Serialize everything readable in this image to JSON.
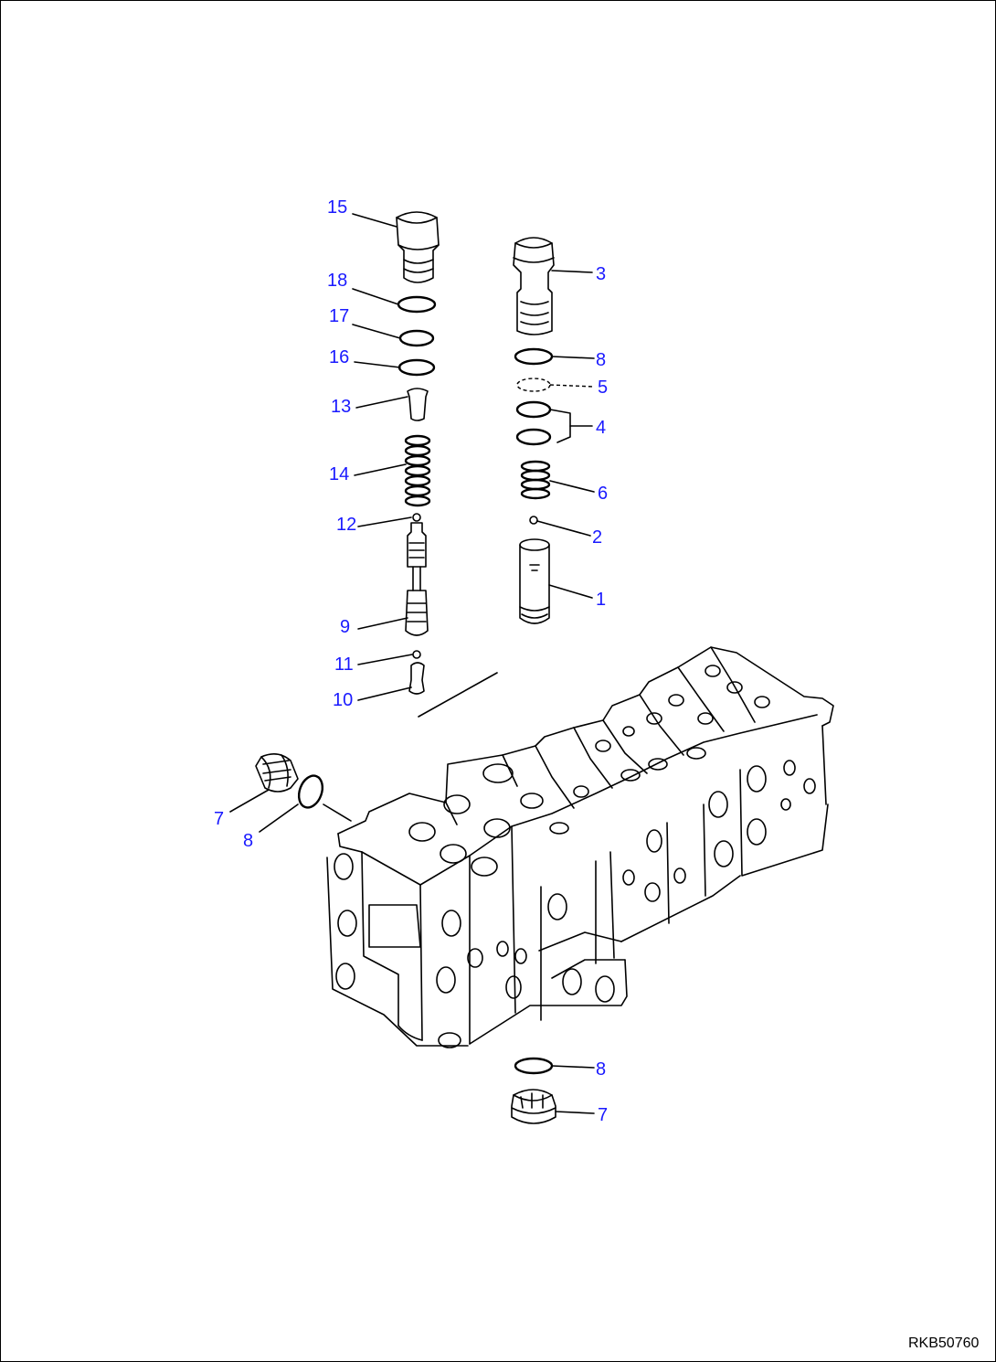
{
  "drawing": {
    "id": "RKB50760",
    "callouts": [
      {
        "num": "15"
      },
      {
        "num": "18"
      },
      {
        "num": "17"
      },
      {
        "num": "16"
      },
      {
        "num": "13"
      },
      {
        "num": "14"
      },
      {
        "num": "12"
      },
      {
        "num": "9"
      },
      {
        "num": "11"
      },
      {
        "num": "10"
      },
      {
        "num": "3"
      },
      {
        "num": "8"
      },
      {
        "num": "5"
      },
      {
        "num": "4"
      },
      {
        "num": "6"
      },
      {
        "num": "2"
      },
      {
        "num": "1"
      },
      {
        "num": "7"
      },
      {
        "num": "8"
      },
      {
        "num": "8"
      },
      {
        "num": "7"
      }
    ]
  },
  "colors": {
    "callout": "#1a1aff",
    "line": "#000000",
    "background": "#ffffff"
  }
}
